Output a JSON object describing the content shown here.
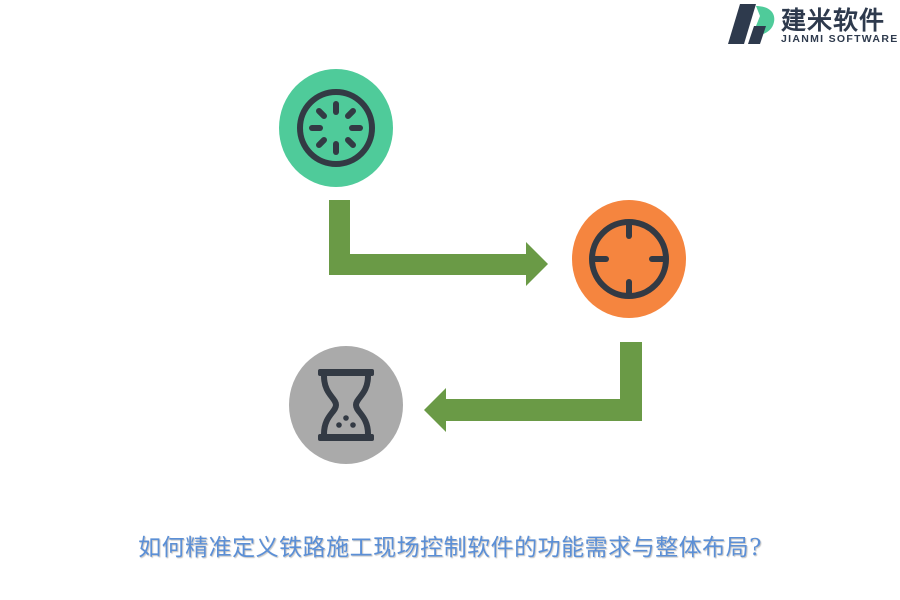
{
  "brand": {
    "name_cn": "建米软件",
    "name_en": "JIANMI SOFTWARE",
    "colors": {
      "dark": "#2e3a4d",
      "accent": "#4fcb9a"
    }
  },
  "steps": [
    {
      "icon": "loading-spinner-icon",
      "color": "#4fcb9a"
    },
    {
      "icon": "crosshair-target-icon",
      "color": "#f5853f"
    },
    {
      "icon": "hourglass-icon",
      "color": "#aaaaaa"
    }
  ],
  "connector_color": "#6a9a46",
  "caption": "如何精准定义铁路施工现场控制软件的功能需求与整体布局?"
}
